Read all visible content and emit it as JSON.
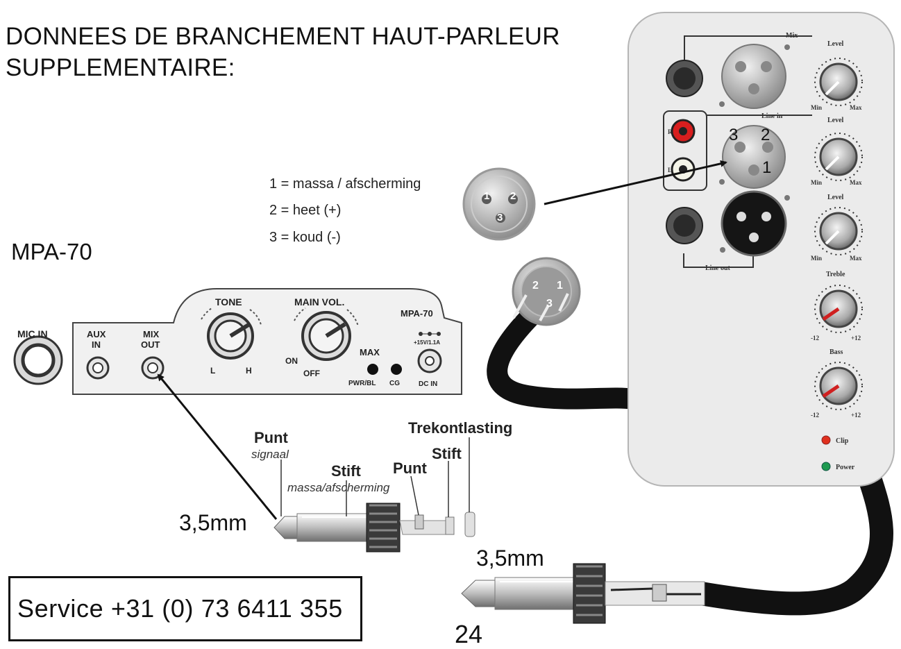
{
  "title": {
    "line1": "DONNEES DE BRANCHEMENT HAUT-PARLEUR",
    "line2": "SUPPLEMENTAIRE:"
  },
  "model_label": "MPA-70",
  "pin_legend": [
    "1 = massa / afscherming",
    "2 = heet (+)",
    "3 = koud (-)"
  ],
  "xlr_pins": {
    "p1": "1",
    "p2": "2",
    "p3": "3"
  },
  "panel": {
    "mic_in": "MIC IN",
    "aux_in_1": "AUX",
    "aux_in_2": "IN",
    "mix_out_1": "MIX",
    "mix_out_2": "OUT",
    "tone": "TONE",
    "tone_l": "L",
    "tone_h": "H",
    "main_vol": "MAIN VOL.",
    "on": "ON",
    "off": "OFF",
    "max": "MAX",
    "pwr_bl": "PWR/BL",
    "cg": "CG",
    "model": "MPA-70",
    "dc_spec": "+15V/1.1A",
    "dc_in": "DC IN"
  },
  "jack_labels": {
    "punt_top": "Punt",
    "signaal": "signaal",
    "stift_left": "Stift",
    "massa": "massa/afscherming",
    "punt_mid": "Punt",
    "stift_right": "Stift",
    "trekontlasting": "Trekontlasting"
  },
  "size_label_left": "3,5mm",
  "size_label_right": "3,5mm",
  "mixer": {
    "mix": "Mix",
    "line_in": "Line in",
    "line_out": "Line out",
    "level_1": "Level",
    "level_2": "Level",
    "level_3": "Level",
    "min": "Min",
    "max": "Max",
    "treble": "Treble",
    "bass": "Bass",
    "minus12": "-12",
    "plus12": "+12",
    "clip": "Clip",
    "power": "Power",
    "r": "R",
    "l": "L"
  },
  "mixer_pins": {
    "p3": "3",
    "p2": "2",
    "p1": "1"
  },
  "service": "Service +31 (0) 73 6411 355",
  "page_number": "24",
  "colors": {
    "panel_bg": "#ececec",
    "mixer_bg": "#ebebeb",
    "cable": "#111111",
    "rca_red": "#d81e1e",
    "clip_led": "#e0301e",
    "power_led": "#1e9a50",
    "knob_pointer_red": "#d02020"
  }
}
